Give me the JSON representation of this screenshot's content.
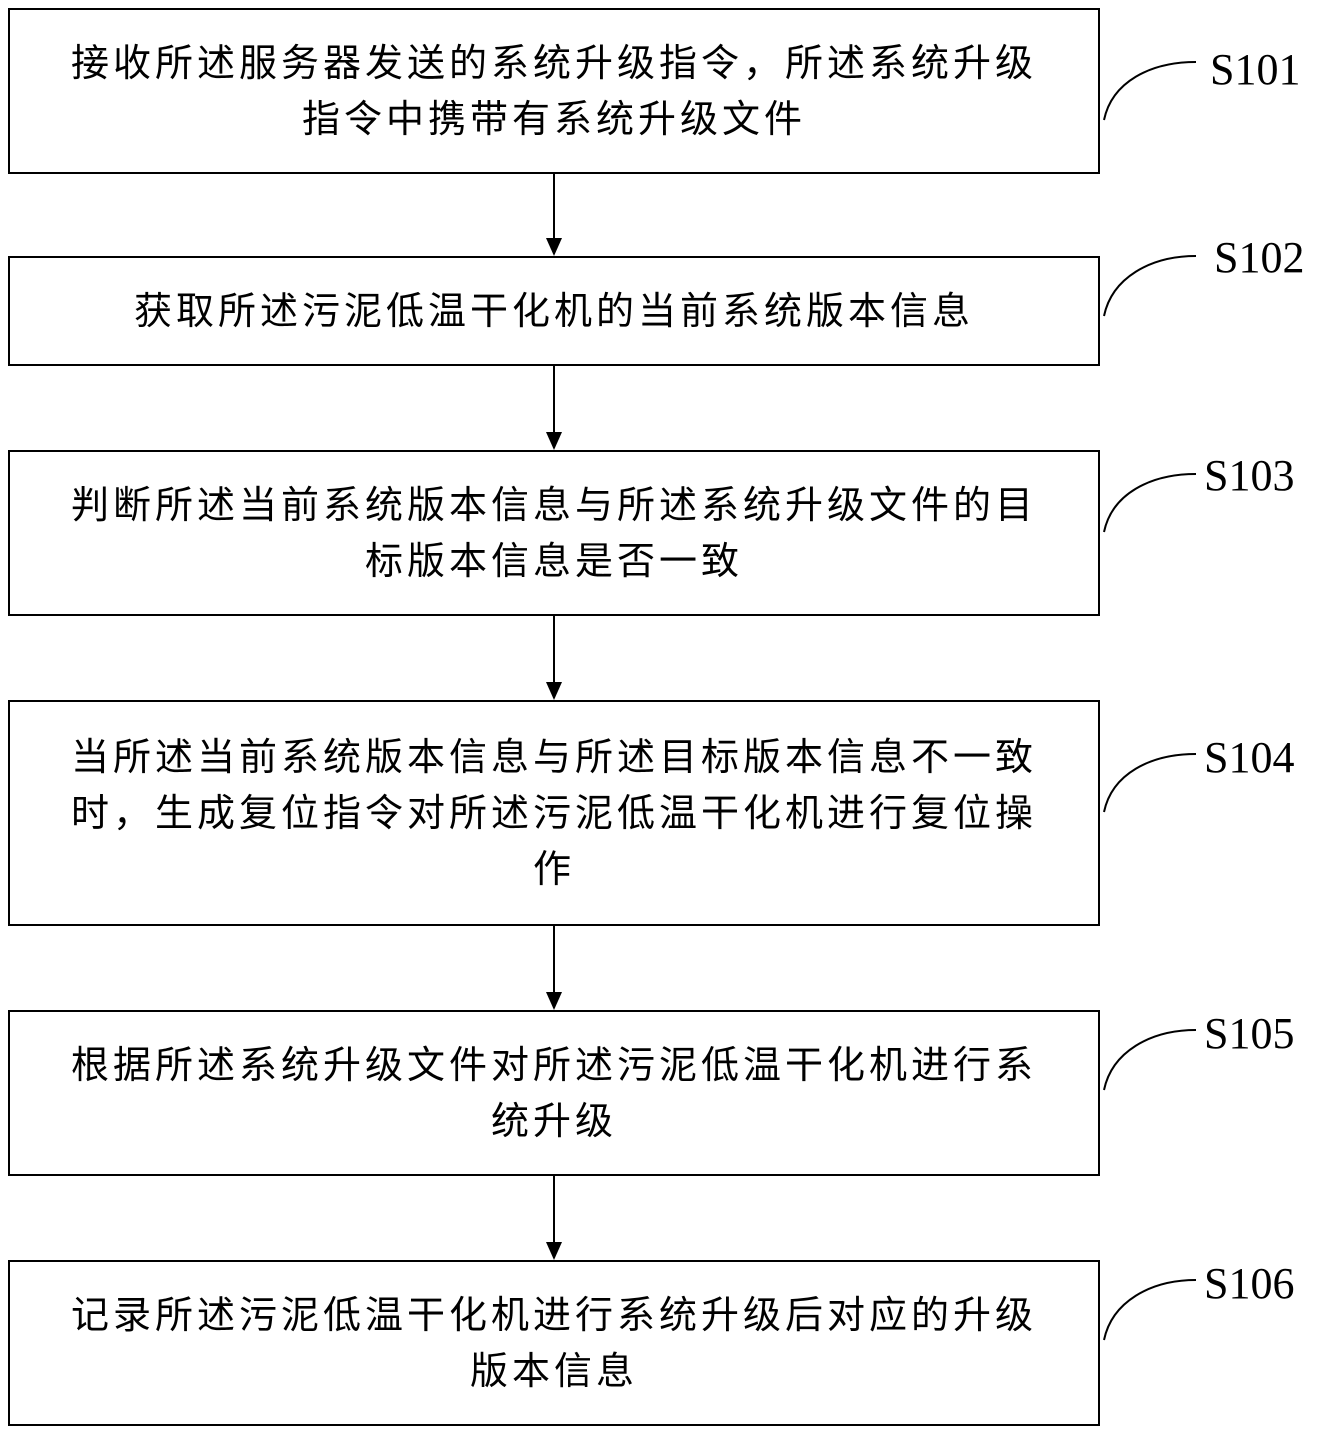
{
  "steps": [
    {
      "id": "S101",
      "text": "接收所述服务器发送的系统升级指令，所述系统升级\n指令中携带有系统升级文件"
    },
    {
      "id": "S102",
      "text": "获取所述污泥低温干化机的当前系统版本信息"
    },
    {
      "id": "S103",
      "text": "判断所述当前系统版本信息与所述系统升级文件的目\n标版本信息是否一致"
    },
    {
      "id": "S104",
      "text": "当所述当前系统版本信息与所述目标版本信息不一致\n时，生成复位指令对所述污泥低温干化机进行复位操\n作"
    },
    {
      "id": "S105",
      "text": "根据所述系统升级文件对所述污泥低温干化机进行系\n统升级"
    },
    {
      "id": "S106",
      "text": "记录所述污泥低温干化机进行系统升级后对应的升级\n版本信息"
    }
  ]
}
